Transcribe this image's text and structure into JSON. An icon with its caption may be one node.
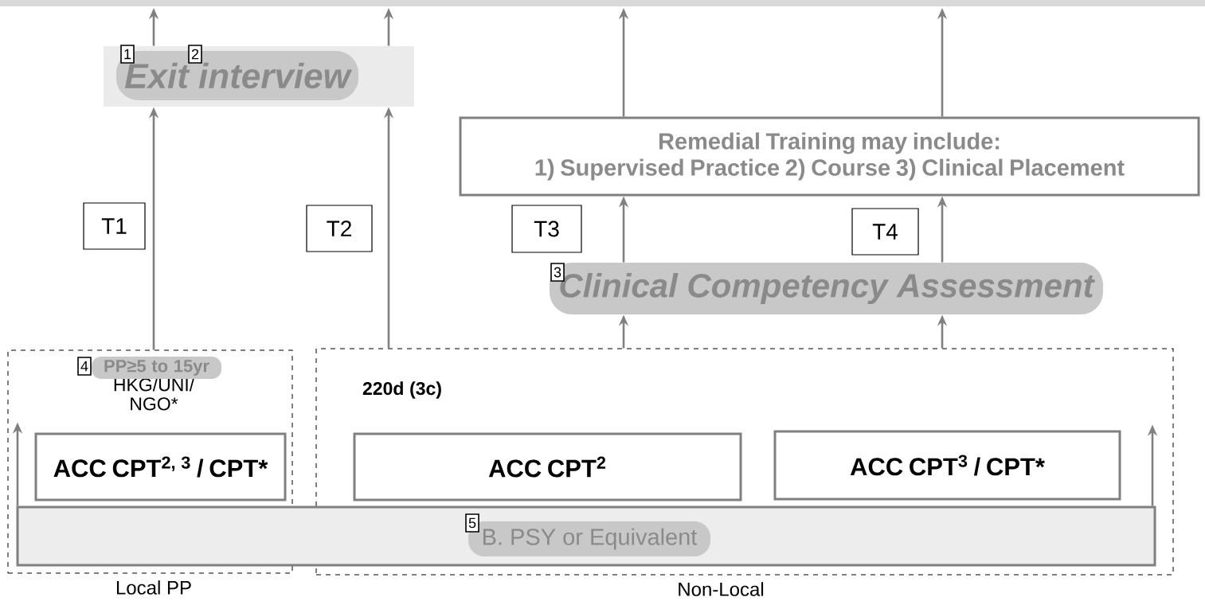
{
  "diagram": {
    "nodes": [
      {
        "text": [
          "Exit interview"
        ]
      },
      {
        "text": [
          "Remedial Training may include:",
          "1) Supervised Practice 2) Course  3) Clinical Placement"
        ]
      },
      {
        "text": [
          "T1"
        ]
      },
      {
        "text": [
          "T2"
        ]
      },
      {
        "text": [
          "T3"
        ]
      },
      {
        "text": [
          "T4"
        ]
      },
      {
        "text": [
          "Clinical Competency Assessment"
        ]
      },
      {
        "text": [
          "HKG/UNI/ NGO*"
        ],
        "beside": [
          "Local PP"
        ]
      },
      {
        "text": [
          "PP≥5 to 15yr"
        ],
        "in": 7
      },
      {
        "text": [
          "ACC CPT$^{2, 3}$ / CPT*"
        ],
        "in": 7
      },
      {
        "text": [
          "220d (3c)"
        ],
        "beside": [
          "Non-Local"
        ]
      },
      {
        "text": [
          "ACC CPT$^{2}$"
        ],
        "in": 10
      },
      {
        "text": [
          "ACC CPT$^{3}$ / CPT*"
        ],
        "in": 10
      },
      {
        "text": [
          "B. PSY or Equivalent"
        ]
      }
    ],
    "edges": [
      {
        "from": 0,
        "to": null,
        "arrow": "to"
      },
      {
        "from": 0,
        "to": null,
        "arrow": "to"
      },
      {
        "from": 7,
        "to": 0,
        "arrow": "to"
      },
      {
        "from": 10,
        "to": 0,
        "arrow": "to"
      },
      {
        "from": 10,
        "to": 6,
        "arrow": "to"
      },
      {
        "from": 10,
        "to": 6,
        "arrow": "to"
      },
      {
        "from": 6,
        "to": 1,
        "arrow": "to"
      },
      {
        "from": 6,
        "to": 1,
        "arrow": "to"
      },
      {
        "from": 1,
        "to": null,
        "arrow": "to"
      },
      {
        "from": 1,
        "to": null,
        "arrow": "to"
      },
      {
        "from": 13,
        "to": 7,
        "arrow": "to"
      },
      {
        "from": 13,
        "to": 10,
        "arrow": "to"
      }
    ],
    "labels": [
      "1",
      "2",
      "3",
      "4",
      "5"
    ]
  }
}
